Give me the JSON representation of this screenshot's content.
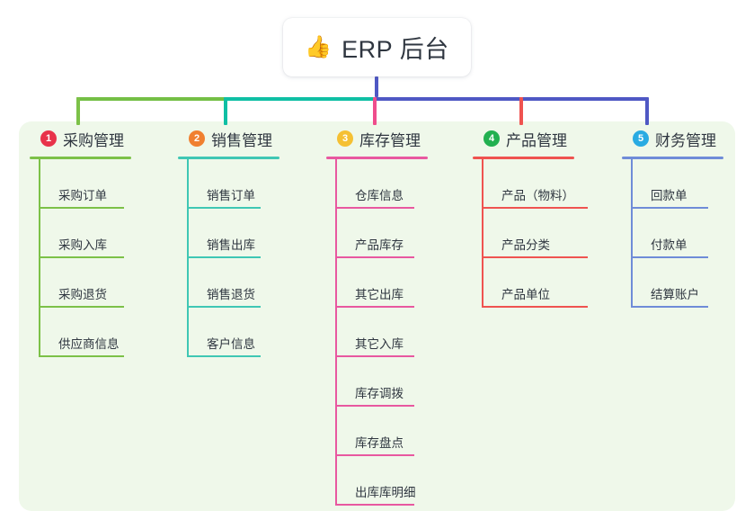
{
  "diagram": {
    "type": "mind-map",
    "root": {
      "icon": "thumbs-up-icon",
      "emoji": "👍",
      "title": "ERP 后台"
    },
    "panel_color": "#eff8ea",
    "bus": {
      "segments": [
        {
          "name": "bus-green",
          "color": "#74bf45"
        },
        {
          "name": "bus-teal",
          "color": "#0fbfa4"
        },
        {
          "name": "bus-blue",
          "color": "#4f58c4"
        }
      ],
      "stem_color": "#4f58c4"
    },
    "columns": [
      {
        "number": "1",
        "title": "采购管理",
        "badge_color": "#e8334a",
        "line_color": "#7cc148",
        "drop_color": "#7cc148",
        "items": [
          {
            "label": "采购订单"
          },
          {
            "label": "采购入库"
          },
          {
            "label": "采购退货"
          },
          {
            "label": "供应商信息"
          }
        ]
      },
      {
        "number": "2",
        "title": "销售管理",
        "badge_color": "#f08030",
        "line_color": "#3fc7b4",
        "drop_color": "#0fbfa4",
        "items": [
          {
            "label": "销售订单"
          },
          {
            "label": "销售出库"
          },
          {
            "label": "销售退货"
          },
          {
            "label": "客户信息"
          }
        ]
      },
      {
        "number": "3",
        "title": "库存管理",
        "badge_color": "#f5c033",
        "line_color": "#e858a0",
        "drop_color": "#ef4d8c",
        "items": [
          {
            "label": "仓库信息"
          },
          {
            "label": "产品库存"
          },
          {
            "label": "其它出库"
          },
          {
            "label": "其它入库"
          },
          {
            "label": "库存调拨"
          },
          {
            "label": "库存盘点"
          },
          {
            "label": "出库库明细"
          }
        ]
      },
      {
        "number": "4",
        "title": "产品管理",
        "badge_color": "#22b050",
        "line_color": "#ef5350",
        "drop_color": "#ef5350",
        "items": [
          {
            "label": "产品（物料）"
          },
          {
            "label": "产品分类"
          },
          {
            "label": "产品单位"
          }
        ]
      },
      {
        "number": "5",
        "title": "财务管理",
        "badge_color": "#29abe2",
        "line_color": "#6f8cd8",
        "drop_color": "#4f58c4",
        "items": [
          {
            "label": "回款单"
          },
          {
            "label": "付款单"
          },
          {
            "label": "结算账户"
          }
        ]
      }
    ]
  }
}
